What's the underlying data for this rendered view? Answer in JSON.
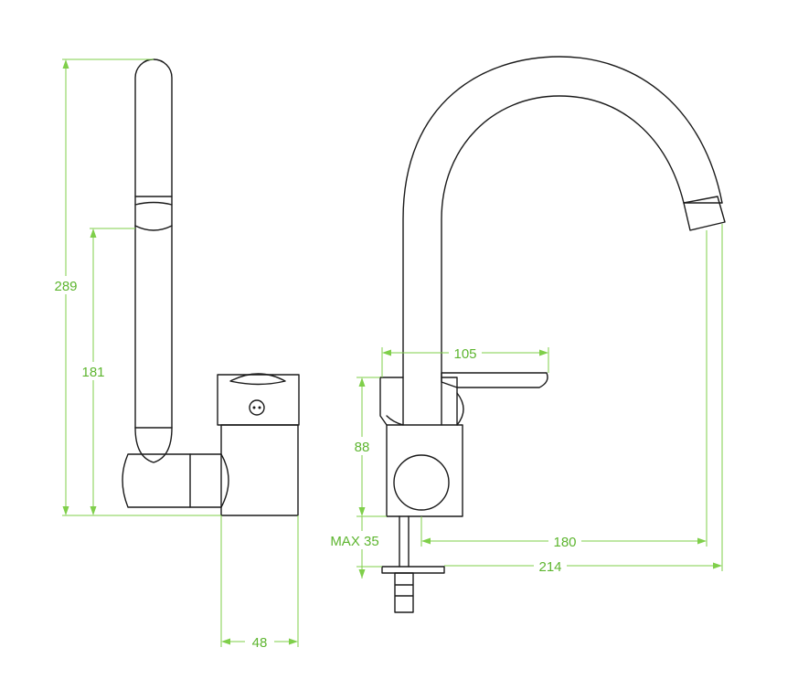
{
  "colors": {
    "object_line": "#1a1a1a",
    "dimension_line": "#7fcf4a",
    "dimension_text": "#5db52f",
    "background": "#ffffff"
  },
  "dimensions": {
    "overall_height": "289",
    "spout_height": "181",
    "body_depth": "48",
    "lever_reach": "105",
    "body_height": "88",
    "max_deck_thickness": "MAX 35",
    "spout_reach": "180",
    "overall_reach": "214"
  }
}
